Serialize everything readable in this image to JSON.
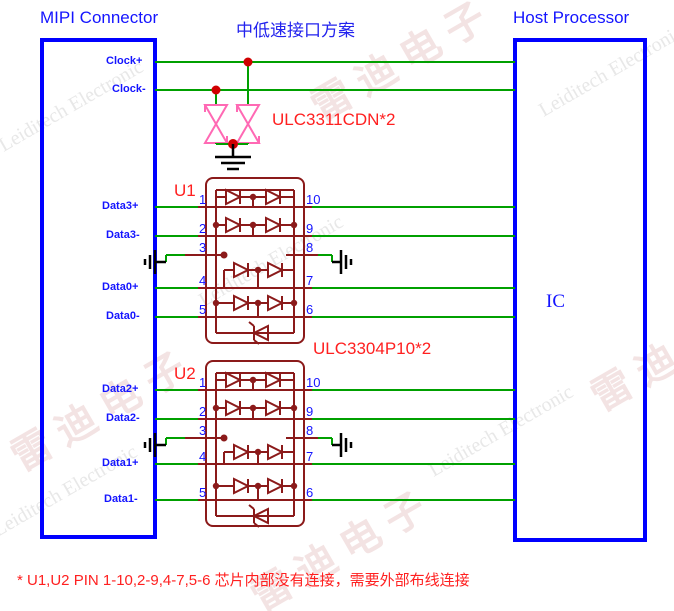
{
  "diagram": {
    "title_cn": "中低速接口方案",
    "note": "* U1,U2   PIN 1-10,2-9,4-7,5-6 芯片内部没有连接，需要外部布线连接",
    "watermark_text": "Leiditech Electronic",
    "watermark_cn": "雷 迪 电 子"
  },
  "colors": {
    "connector_blue": "#0000ff",
    "signal_green": "#00a000",
    "chip_red": "#8b1a1a",
    "tvs_pink": "#ff69b4",
    "label_blue": "#1414ff",
    "label_red": "#ff2020",
    "ground_black": "#000000"
  },
  "connector": {
    "title": "MIPI Connector",
    "pins": [
      {
        "name": "Clock+"
      },
      {
        "name": "Clock-"
      },
      {
        "name": "Data3+"
      },
      {
        "name": "Data3-"
      },
      {
        "name": "Data0+"
      },
      {
        "name": "Data0-"
      },
      {
        "name": "Data2+"
      },
      {
        "name": "Data2-"
      },
      {
        "name": "Data1+"
      },
      {
        "name": "Data1-"
      }
    ]
  },
  "host": {
    "title": "Host Processor",
    "inner_label": "IC"
  },
  "tvs": {
    "part": "ULC3311CDN*2",
    "count": 2
  },
  "chips": [
    {
      "refdes": "U1",
      "part": "ULC3304P10*2",
      "left_pins": [
        "1",
        "2",
        "3",
        "4",
        "5"
      ],
      "right_pins": [
        "10",
        "9",
        "8",
        "7",
        "6"
      ],
      "left_signals": [
        "Data3+",
        "Data3-",
        "GND",
        "Data0+",
        "Data0-"
      ],
      "right_signals": [
        "",
        "",
        "GND",
        "",
        ""
      ]
    },
    {
      "refdes": "U2",
      "part": "",
      "left_pins": [
        "1",
        "2",
        "3",
        "4",
        "5"
      ],
      "right_pins": [
        "10",
        "9",
        "8",
        "7",
        "6"
      ],
      "left_signals": [
        "Data2+",
        "Data2-",
        "GND",
        "Data1+",
        "Data1-"
      ],
      "right_signals": [
        "",
        "",
        "GND",
        "",
        ""
      ]
    }
  ]
}
